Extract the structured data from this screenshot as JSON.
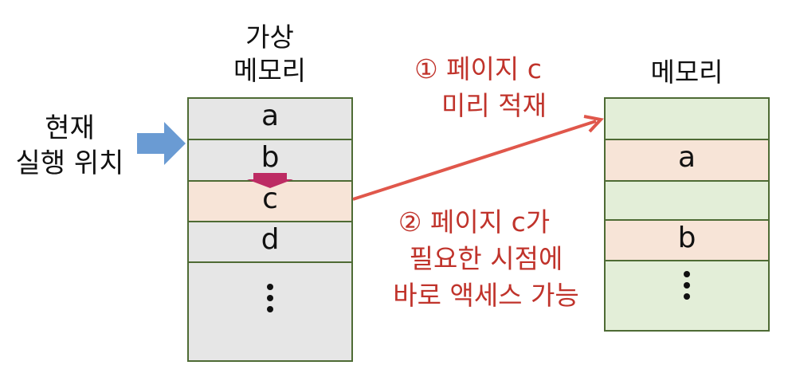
{
  "colors": {
    "virtual_cell": "#e6e6e6",
    "highlight_cell": "#f7e4d7",
    "physical_cell": "#e3eed8",
    "border": "#4e6b34",
    "current_arrow": "#6a9bd3",
    "next_arrow": "#bd2b63",
    "load_arrow": "#e0574b",
    "annotation_text": "#c0332b"
  },
  "current_position_label": [
    "현재",
    "실행 위치"
  ],
  "virtual_memory": {
    "title": [
      "가상",
      "메모리"
    ],
    "pages": [
      "a",
      "b",
      "c",
      "d",
      "⋮"
    ]
  },
  "physical_memory": {
    "title": "메모리",
    "frames": [
      "",
      "a",
      "",
      "b",
      "⋮"
    ]
  },
  "annotations": {
    "step1": [
      "① 페이지 c",
      "미리 적재"
    ],
    "step2": [
      "② 페이지 c가",
      "필요한 시점에",
      "바로 액세스 가능"
    ]
  }
}
